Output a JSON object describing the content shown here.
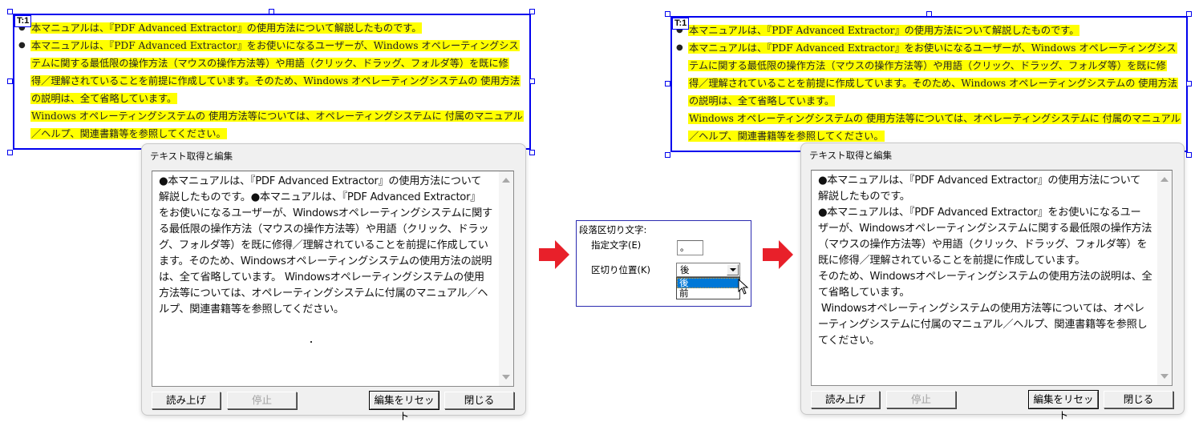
{
  "before": {
    "block_label": "T:1",
    "pdf_lines": [
      {
        "bullet": true,
        "text": "本マニュアルは、『PDF Advanced Extractor』の使用方法について解説したものです。"
      },
      {
        "bullet": true,
        "text": "本マニュアルは、『PDF Advanced Extractor』をお使いになるユーザーが、Windows オペレーティングシス"
      },
      {
        "bullet": false,
        "text": "テムに関する最低限の操作方法（マウスの操作方法等）や用語（クリック、ドラッグ、フォルダ等）を既に修"
      },
      {
        "bullet": false,
        "text": "得／理解されていることを前提に作成しています。そのため、Windows オペレーティングシステムの 使用方法"
      },
      {
        "bullet": false,
        "text": "の説明は、全て省略しています。"
      },
      {
        "bullet": false,
        "text": "Windows オペレーティングシステムの 使用方法等については、オペレーティングシステムに 付属のマニュアル"
      },
      {
        "bullet": false,
        "text": "／ヘルプ、関連書籍等を参照してください。"
      }
    ],
    "dialog": {
      "title": "テキスト取得と編集",
      "text_lines": [
        "●本マニュアルは、『PDF Advanced Extractor』の使用方法について",
        "解説したものです。●本マニュアルは、『PDF Advanced Extractor』",
        "をお使いになるユーザーが、Windowsオペレーティングシステムに関す",
        "る最低限の操作方法（マウスの操作方法等）や用語（クリック、ドラッ",
        "グ、フォルダ等）を既に修得／理解されていることを前提に作成してい",
        "ます。そのため、Windowsオペレーティングシステムの使用方法の説明",
        "は、全て省略しています。 Windowsオペレーティングシステムの使用",
        "方法等については、オペレーティングシステムに付属のマニュアル／ヘ",
        "ルプ、関連書籍等を参照してください。"
      ],
      "buttons": {
        "read_aloud": "読み上げ",
        "stop": "停止",
        "reset_edit": "編集をリセット",
        "close": "閉じる"
      }
    }
  },
  "settings_panel": {
    "title": "段落区切り文字:",
    "delimiter_label": "指定文字(E)",
    "delimiter_value": "。",
    "position_label": "区切り位置(K)",
    "position_selected": "後",
    "position_options": [
      "後",
      "前"
    ]
  },
  "after": {
    "block_label": "T:1",
    "pdf_lines": [
      {
        "bullet": true,
        "text": "本マニュアルは、『PDF Advanced Extractor』の使用方法について解説したものです。"
      },
      {
        "bullet": true,
        "text": "本マニュアルは、『PDF Advanced Extractor』をお使いになるユーザーが、Windows オペレーティングシス"
      },
      {
        "bullet": false,
        "text": "テムに関する最低限の操作方法（マウスの操作方法等）や用語（クリック、ドラッグ、フォルダ等）を既に修"
      },
      {
        "bullet": false,
        "text": "得／理解されていることを前提に作成しています。そのため、Windows オペレーティングシステムの 使用方法"
      },
      {
        "bullet": false,
        "text": "の説明は、全て省略しています。"
      },
      {
        "bullet": false,
        "text": "Windows オペレーティングシステムの 使用方法等については、オペレーティングシステムに 付属のマニュアル"
      },
      {
        "bullet": false,
        "text": "／ヘルプ、関連書籍等を参照してください。"
      }
    ],
    "dialog": {
      "title": "テキスト取得と編集",
      "text_lines": [
        "●本マニュアルは、『PDF Advanced Extractor』の使用方法について",
        "解説したものです。",
        "●本マニュアルは、『PDF Advanced Extractor』をお使いになるユー",
        "ザーが、Windowsオペレーティングシステムに関する最低限の操作方法",
        "（マウスの操作方法等）や用語（クリック、ドラッグ、フォルダ等）を",
        "既に修得／理解されていることを前提に作成しています。",
        "そのため、Windowsオペレーティングシステムの使用方法の説明は、全",
        "て省略しています。",
        " Windowsオペレーティングシステムの使用方法等については、オペレ",
        "ーティングシステムに付属のマニュアル／ヘルプ、関連書籍等を参照し",
        "てください。"
      ],
      "buttons": {
        "read_aloud": "読み上げ",
        "stop": "停止",
        "reset_edit": "編集をリセット",
        "close": "閉じる"
      }
    }
  },
  "colors": {
    "selection_frame": "#0000ee",
    "highlight": "#ffff00",
    "arrow": "#e8202a",
    "list_selection": "#0078d7"
  }
}
